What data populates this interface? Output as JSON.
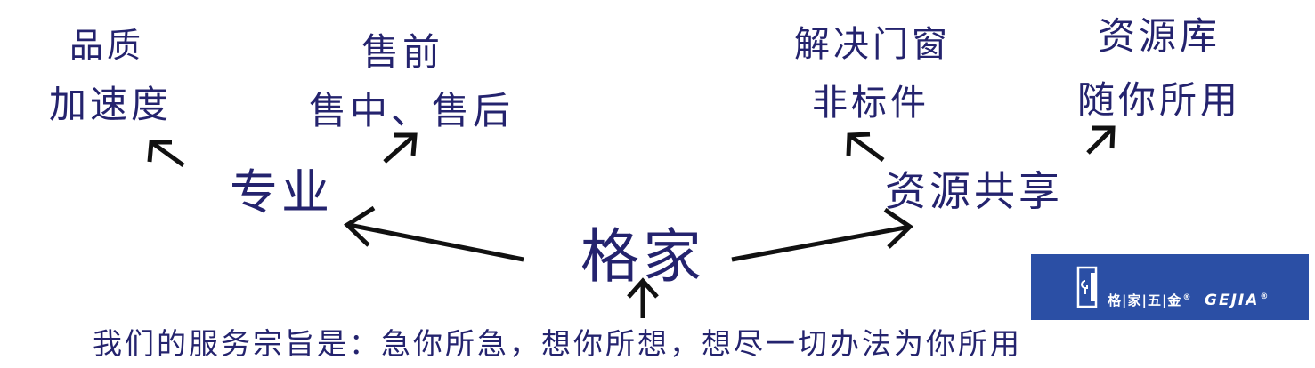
{
  "diagram": {
    "center": "格家",
    "left_branch": {
      "label": "专业",
      "children": [
        {
          "line1": "品质",
          "line2": "加速度"
        },
        {
          "line1": "售前",
          "line2": "售中、售后"
        }
      ]
    },
    "right_branch": {
      "label": "资源共享",
      "children": [
        {
          "line1": "解决门窗",
          "line2": "非标件"
        },
        {
          "line1": "资源库",
          "line2": "随你所用"
        }
      ]
    },
    "motto": "我们的服务宗旨是：急你所急，想你所想，想尽一切办法为你所用"
  },
  "logo": {
    "cn_text": "格|家|五|金",
    "cn_reg": "®",
    "en_text": "GEJIA",
    "en_reg": "®"
  },
  "colors": {
    "text": "#24236e",
    "arrow": "#111111",
    "logo_bg": "#2b4fa5",
    "logo_fg": "#ffffff"
  }
}
